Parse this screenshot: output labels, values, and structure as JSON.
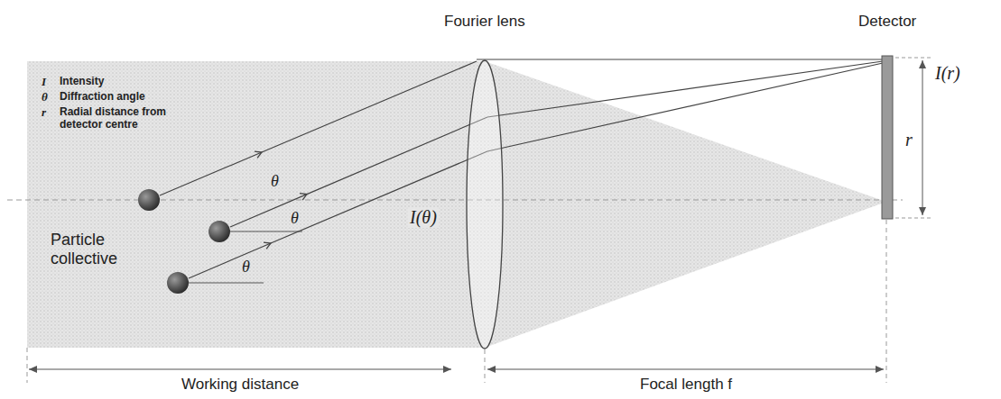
{
  "diagram": {
    "labels": [
      "Fourier lens",
      "Detector",
      "I(r)",
      "I",
      "Intensity",
      "θ",
      "Diffraction angle",
      "r",
      "Radial distance from detector centre",
      "θ",
      "θ",
      "θ",
      "Particle collective",
      "I(θ)",
      "r",
      "Working distance",
      "Focal length f"
    ]
  }
}
